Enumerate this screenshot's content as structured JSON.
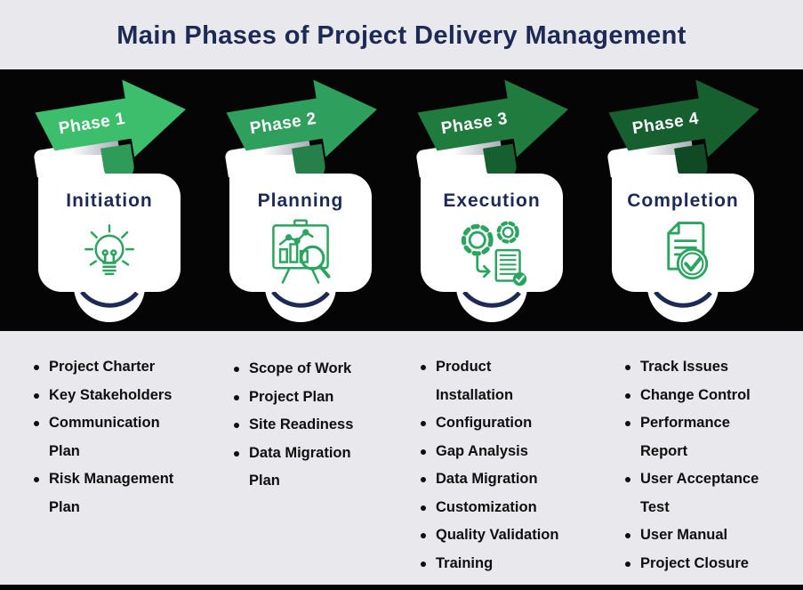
{
  "title": "Main Phases of Project Delivery Management",
  "colors": {
    "page-bg": "#e9e8ed",
    "band-bg": "#050505",
    "navy": "#1c2a55",
    "icon-green": "#2aa55f",
    "text": "#0f0f0f",
    "fold-grey": "#a3a4b1"
  },
  "phases": [
    {
      "phase_label": "Phase 1",
      "title": "Initiation",
      "icon": "lightbulb-icon",
      "arrow_color": "#3cbe6d",
      "tail_color": "#2f9b58",
      "deliverables": [
        [
          "Project Charter"
        ],
        [
          "Key Stakeholders"
        ],
        [
          "Communication",
          "Plan"
        ],
        [
          "Risk Management",
          "Plan"
        ]
      ]
    },
    {
      "phase_label": "Phase 2",
      "title": "Planning",
      "icon": "chart-board-magnifier-icon",
      "arrow_color": "#2f9f5d",
      "tail_color": "#258049",
      "deliverables": [
        [
          "Scope of Work"
        ],
        [
          "Project Plan"
        ],
        [
          "Site Readiness"
        ],
        [
          "Data Migration",
          "Plan"
        ]
      ]
    },
    {
      "phase_label": "Phase 3",
      "title": "Execution",
      "icon": "gears-checklist-icon",
      "arrow_color": "#1f7c3e",
      "tail_color": "#16602f",
      "deliverables": [
        [
          "Product",
          "Installation"
        ],
        [
          "Configuration"
        ],
        [
          "Gap Analysis"
        ],
        [
          "Data Migration"
        ],
        [
          "Customization"
        ],
        [
          "Quality Validation"
        ],
        [
          "Training"
        ]
      ]
    },
    {
      "phase_label": "Phase 4",
      "title": "Completion",
      "icon": "document-check-icon",
      "arrow_color": "#166030",
      "tail_color": "#0f4a24",
      "deliverables": [
        [
          "Track Issues"
        ],
        [
          "Change Control"
        ],
        [
          "Performance",
          "Report"
        ],
        [
          "User Acceptance",
          "Test"
        ],
        [
          "User Manual"
        ],
        [
          "Project Closure"
        ]
      ]
    }
  ]
}
